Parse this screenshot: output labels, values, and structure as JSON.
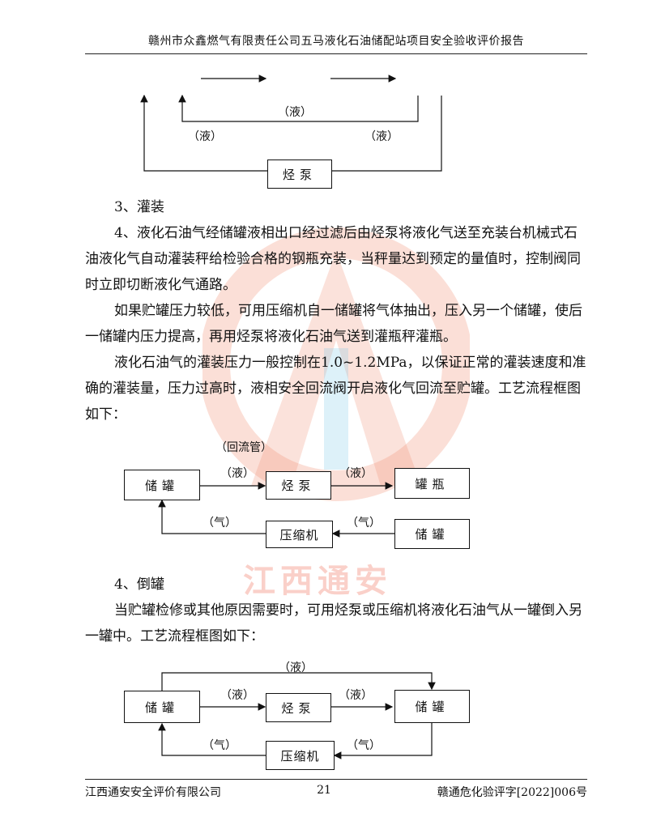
{
  "header": {
    "title": "赣州市众鑫燃气有限责任公司五马液化石油储配站项目安全验收评价报告"
  },
  "diagram_top": {
    "label_mid": "（液）",
    "label_left": "（液）",
    "label_right": "（液）",
    "pump": "烃泵"
  },
  "sections": {
    "s3_title": "3、灌装",
    "s3_p1": "4、液化石油气经储罐液相出口经过滤后由烃泵将液化气送至充装台机械式石油液化气自动灌装秤给检验合格的钢瓶充装，当秤量达到预定的量值时，控制阀同时立即切断液化气通路。",
    "s3_p2": "如果贮罐压力较低，可用压缩机自一储罐将气体抽出，压入另一个储罐，使后一储罐内压力提高，再用烃泵将液化石油气送到灌瓶秤灌瓶。",
    "s3_p3": "液化石油气的灌装压力一般控制在1.0~1.2MPa，以保证正常的灌装速度和准确的灌装量，压力过高时，液相安全回流阀开启液化气回流至贮罐。工艺流程框图如下：",
    "s4_title": "4、倒罐",
    "s4_p1": "当贮罐检修或其他原因需要时，可用烃泵或压缩机将液化石油气从一罐倒入另一罐中。工艺流程框图如下："
  },
  "diagram_fill": {
    "return_pipe": "（回流管）",
    "liq1": "（液）",
    "liq2": "（液）",
    "gas1": "（气）",
    "gas2": "（气）",
    "tank": "储罐",
    "pump": "烃泵",
    "bottle": "罐瓶",
    "compressor": "压缩机",
    "tank2": "储罐"
  },
  "diagram_transfer": {
    "liq_top": "（液）",
    "liq1": "（液）",
    "liq2": "（液）",
    "gas1": "（气）",
    "gas2": "（气）",
    "tank_left": "储罐",
    "pump": "烃泵",
    "tank_right": "储罐",
    "compressor": "压缩机"
  },
  "watermark": {
    "text": "江西通安"
  },
  "footer": {
    "company": "江西通安安全评价有限公司",
    "page": "21",
    "doc_no": "赣通危化验评字[2022]006号"
  }
}
